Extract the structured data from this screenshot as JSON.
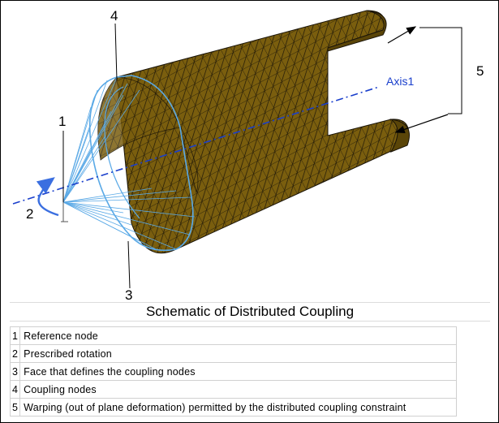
{
  "figure": {
    "labels": {
      "l1": "1",
      "l2": "2",
      "l3": "3",
      "l4": "4",
      "l5": "5",
      "axis": "Axis1"
    },
    "colors": {
      "mesh_fill": "#7a5e0e",
      "mesh_line": "#1a1408",
      "coupling_lines": "#5aa9e6",
      "axis_line": "#1a3fcc",
      "rotation_arrow": "#3b6fe0",
      "arrows": "#000000"
    }
  },
  "caption": "Schematic of Distributed Coupling",
  "legend": [
    {
      "num": "1",
      "text": "Reference node"
    },
    {
      "num": "2",
      "text": "Prescribed rotation"
    },
    {
      "num": "3",
      "text": "Face that defines the coupling nodes"
    },
    {
      "num": "4",
      "text": "Coupling nodes"
    },
    {
      "num": "5",
      "text": "Warping (out of plane deformation) permitted by the distributed coupling constraint"
    }
  ]
}
